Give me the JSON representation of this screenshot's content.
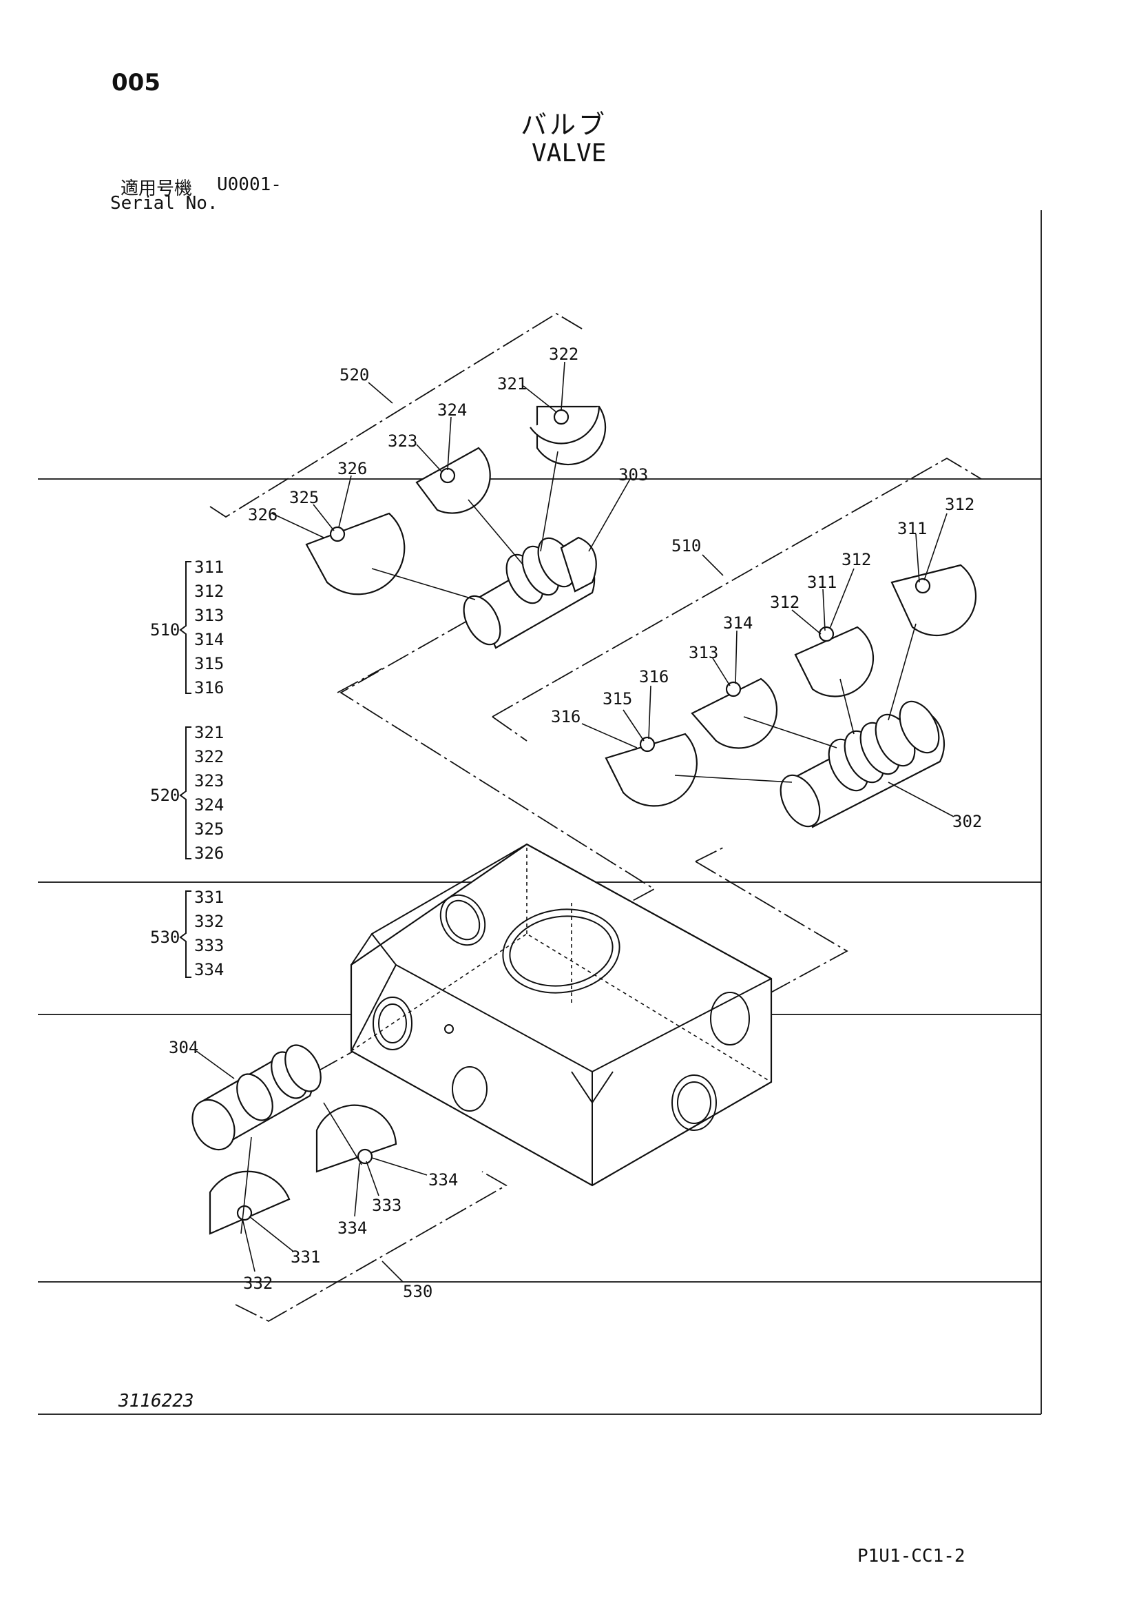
{
  "page": {
    "page_number": "005",
    "title_jp": "バルブ",
    "title_en": "VALVE",
    "serial_label_jp": "適用号機",
    "serial_value": "U0001-",
    "serial_label_en": "Serial No.",
    "drawing_number": "3116223",
    "document_code": "P1U1-CC1-2"
  },
  "kits": [
    {
      "id": "510",
      "parts": [
        "311",
        "312",
        "313",
        "314",
        "315",
        "316"
      ]
    },
    {
      "id": "520",
      "parts": [
        "321",
        "322",
        "323",
        "324",
        "325",
        "326"
      ]
    },
    {
      "id": "530",
      "parts": [
        "331",
        "332",
        "333",
        "334"
      ]
    }
  ],
  "callouts": {
    "c520a": "520",
    "c322": "322",
    "c321": "321",
    "c324": "324",
    "c323": "323",
    "c326a": "326",
    "c325": "325",
    "c326b": "326",
    "c303": "303",
    "c312a": "312",
    "c311a": "311",
    "c312b": "312",
    "c311b": "311",
    "c312c": "312",
    "c510": "510",
    "c314": "314",
    "c313": "313",
    "c316a": "316",
    "c315": "315",
    "c316b": "316",
    "c302": "302",
    "c304": "304",
    "c334a": "334",
    "c333": "333",
    "c334b": "334",
    "c331": "331",
    "c332": "332",
    "c530": "530"
  }
}
